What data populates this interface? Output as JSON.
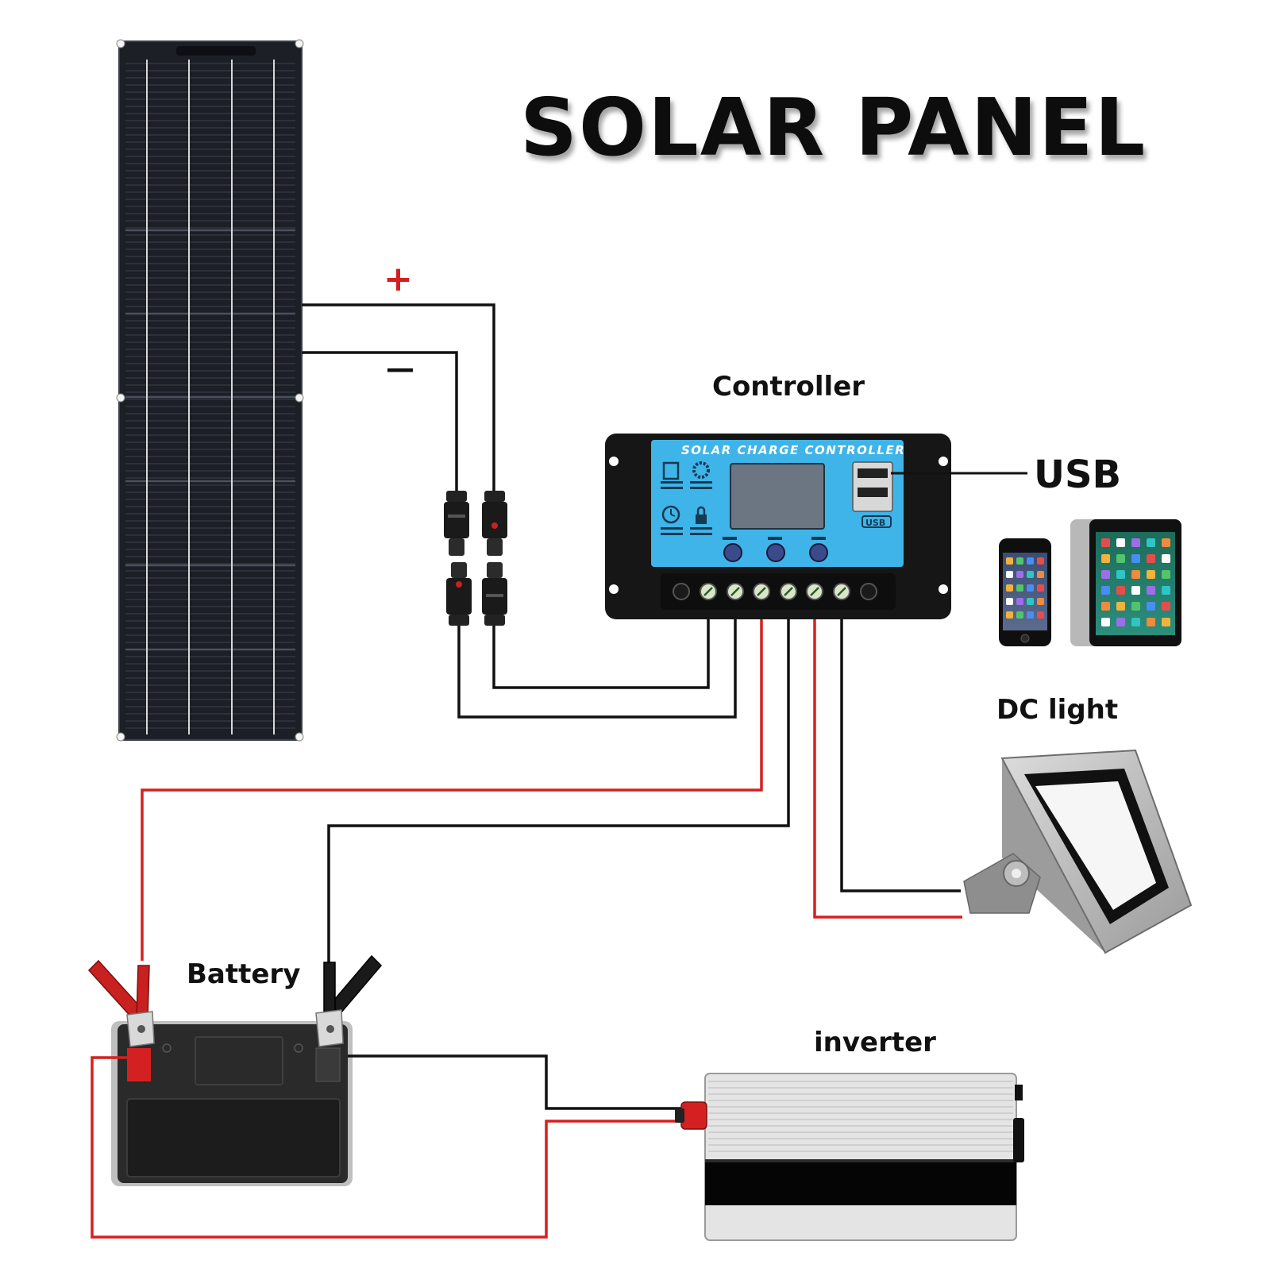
{
  "title": "SOLAR PANEL",
  "labels": {
    "plus": "+",
    "minus": "—",
    "controller": "Controller",
    "usb": "USB",
    "dc_light": "DC light",
    "battery": "Battery",
    "inverter": "inverter"
  },
  "controller_panel": {
    "header": "SOLAR CHARGE CONTROLLER",
    "usb_badge": "USB"
  },
  "colors": {
    "positive_wire": "#d42020",
    "negative_wire": "#111111",
    "panel": "#1c1f26",
    "controller_face": "#3fb4e8",
    "controller_body": "#161616",
    "battery_body": "#2a2a2a",
    "inverter_body": "#e4e4e4"
  },
  "icons": {
    "panel": "solar-panel-icon",
    "controller": "charge-controller-icon",
    "phone": "smartphone-icon",
    "tablet": "tablet-icon",
    "light": "floodlight-icon",
    "battery": "battery-icon",
    "inverter": "inverter-icon",
    "connector": "mc4-connector-icon",
    "clamp": "alligator-clamp-icon"
  }
}
